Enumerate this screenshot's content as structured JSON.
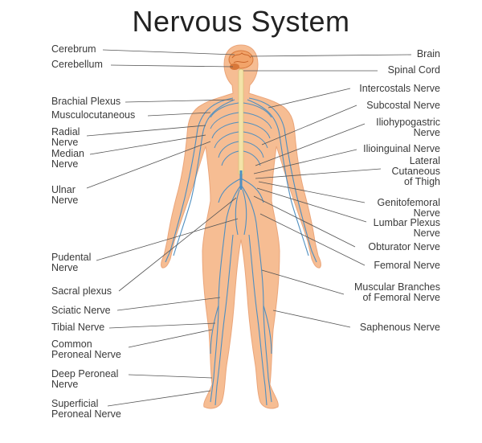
{
  "title": "Nervous System",
  "colors": {
    "skin": "#f6bd93",
    "skin_edge": "#eaa57a",
    "nerve": "#4f8fc0",
    "spine": "#f3e3a8",
    "brain": "#e07b3a",
    "line": "#555555"
  },
  "left_labels": [
    {
      "id": "cerebrum",
      "text": "Cerebrum"
    },
    {
      "id": "cerebellum",
      "text": "Cerebellum"
    },
    {
      "id": "brachial-plexus",
      "text": "Brachial Plexus"
    },
    {
      "id": "musculocutaneous",
      "text": "Musculocutaneous"
    },
    {
      "id": "radial-nerve",
      "text": "Radial\nNerve"
    },
    {
      "id": "median-nerve",
      "text": "Median\n    Nerve"
    },
    {
      "id": "ulnar-nerve",
      "text": "Ulnar\nNerve"
    },
    {
      "id": "pudental-nerve",
      "text": "Pudental\nNerve"
    },
    {
      "id": "sacral-plexus",
      "text": "Sacral plexus"
    },
    {
      "id": "sciatic-nerve",
      "text": "Sciatic Nerve"
    },
    {
      "id": "tibial-nerve",
      "text": "Tibial Nerve"
    },
    {
      "id": "common-peroneal-nerve",
      "text": "Common\nPeroneal  Nerve"
    },
    {
      "id": "deep-peroneal-nerve",
      "text": "Deep  Peroneal\nNerve"
    },
    {
      "id": "superficial-peroneal-nerve",
      "text": "Superficial\nPeroneal  Nerve"
    }
  ],
  "right_labels": [
    {
      "id": "brain",
      "text": "Brain"
    },
    {
      "id": "spinal-cord",
      "text": "Spinal Cord"
    },
    {
      "id": "intercostals-nerve",
      "text": "Intercostals Nerve"
    },
    {
      "id": "subcostal-nerve",
      "text": "Subcostal Nerve"
    },
    {
      "id": "iliohypogastric-nerve",
      "text": "Iliohypogastric\nNerve"
    },
    {
      "id": "ilioinguinal-nerve",
      "text": "Ilioinguinal Nerve"
    },
    {
      "id": "lateral-cutaneous-thigh",
      "text": "Lateral\nCutaneous\nof Thigh"
    },
    {
      "id": "genitofemoral-nerve",
      "text": "Genitofemoral\nNerve"
    },
    {
      "id": "lumbar-plexus-nerve",
      "text": "Lumbar Plexus\nNerve"
    },
    {
      "id": "obturator-nerve",
      "text": "Obturator  Nerve"
    },
    {
      "id": "femoral-nerve",
      "text": "Femoral Nerve"
    },
    {
      "id": "muscular-branches-femoral-nerve",
      "text": "Muscular Branches\nof Femoral Nerve"
    },
    {
      "id": "saphenous-nerve",
      "text": "Saphenous Nerve"
    }
  ]
}
